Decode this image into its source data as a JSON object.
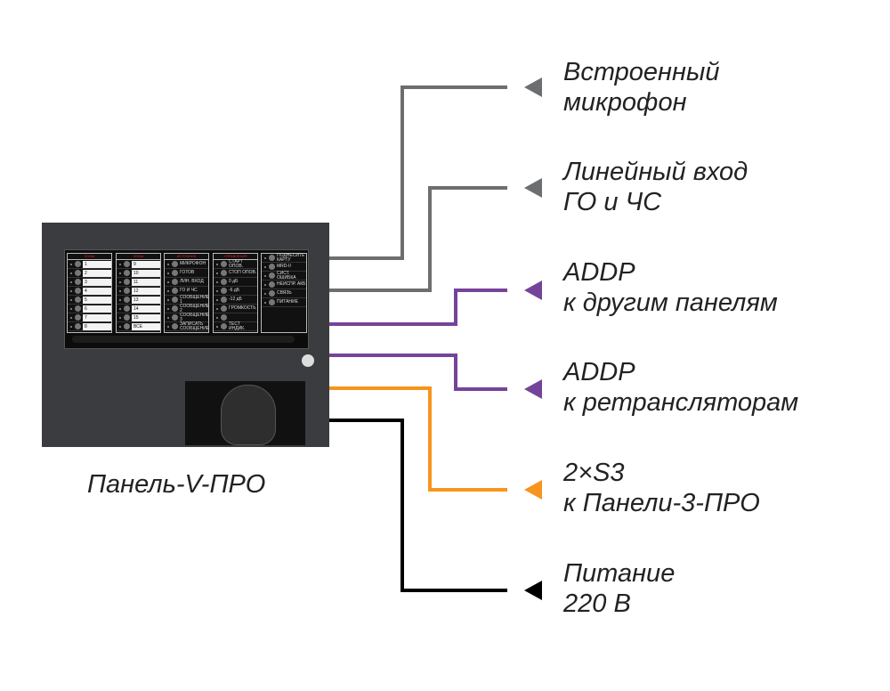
{
  "panel": {
    "name": "Панель-V-ПРО",
    "zones1": {
      "header": "ЗОНЫ",
      "items": [
        "1",
        "2",
        "3",
        "4",
        "5",
        "6",
        "7",
        "8"
      ]
    },
    "zones2": {
      "header": "ЗОНЫ",
      "items": [
        "9",
        "10",
        "11",
        "12",
        "13",
        "14",
        "15",
        "ВСЕ"
      ]
    },
    "source": {
      "header": "ИСТОЧНИК",
      "items": [
        "МИКРОФОН",
        "ГОТОВ",
        "ЛИН. ВХОД",
        "ГО И ЧС",
        "СООБЩЕНИЕ 1",
        "СООБЩЕНИЕ 2",
        "СООБЩЕНИЕ 3",
        "ЗАПИСАТЬ СООБЩЕНИЕ"
      ]
    },
    "control": {
      "header": "УПРАВЛЕНИЕ",
      "items": [
        "СТАРТ ОПОВ.",
        "СТОП ОПОВ.",
        "0 дБ",
        "-6 дБ",
        "-12 дБ",
        "ГРОМКОСТЬ",
        "",
        "ТЕСТ ИНДИК."
      ]
    },
    "status": {
      "items": [
        "ПОДНЕСИТЕ КАРТУ",
        "MRD-II",
        "СИСТ. ОШИБКА",
        "НЕИСПР. АКБ",
        "СВЯЗЬ",
        "ПИТАНИЕ"
      ]
    }
  },
  "connections": [
    {
      "line1": "Встроенный",
      "line2": "микрофон",
      "color": "#6d6e70"
    },
    {
      "line1": "Линейный вход",
      "line2": "ГО и ЧС",
      "color": "#6d6e70"
    },
    {
      "line1": "ADDP",
      "line2": "к другим панелям",
      "color": "#75449a"
    },
    {
      "line1": "ADDP",
      "line2": "к ретрансляторам",
      "color": "#75449a"
    },
    {
      "line1": "2×S3",
      "line2": "к Панели-3-ПРО",
      "color": "#f7941d"
    },
    {
      "line1": "Питание",
      "line2": "220 В",
      "color": "#000000"
    }
  ]
}
